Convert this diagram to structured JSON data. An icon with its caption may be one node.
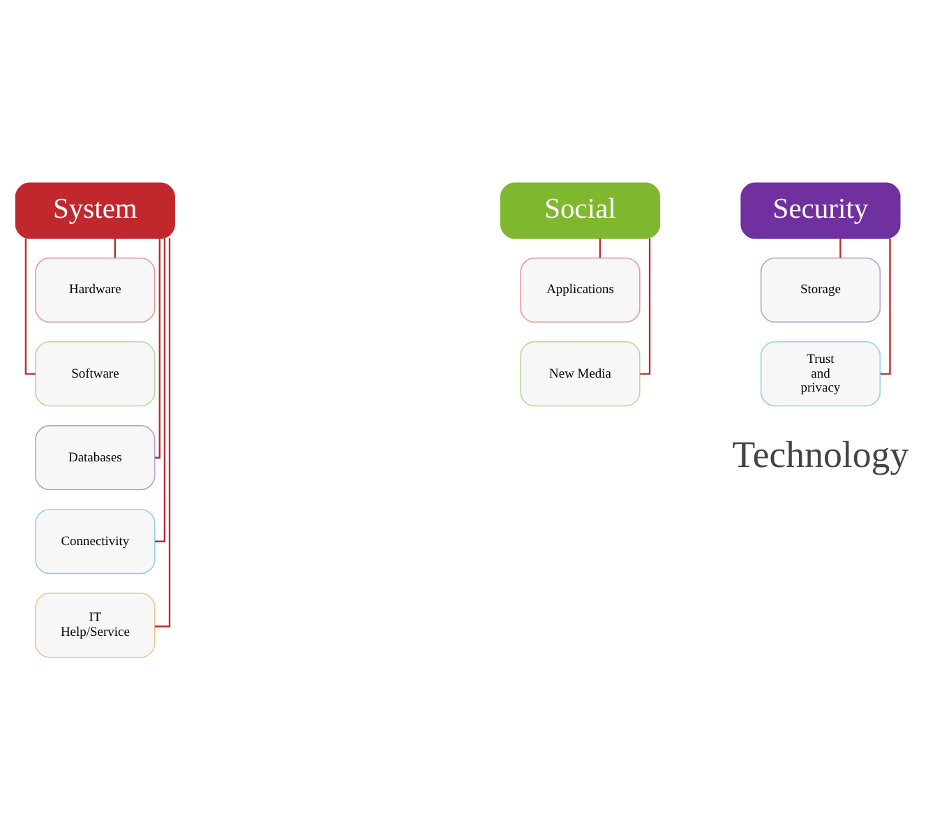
{
  "diagram": {
    "nodes": [
      {
        "text": [
          "System"
        ]
      },
      {
        "text": [
          "Hardware"
        ]
      },
      {
        "text": [
          "Software"
        ]
      },
      {
        "text": [
          "Databases"
        ]
      },
      {
        "text": [
          "Connectivity"
        ]
      },
      {
        "text": [
          "IT Help/Service"
        ]
      },
      {
        "text": [
          "Social"
        ]
      },
      {
        "text": [
          "Applications"
        ]
      },
      {
        "text": [
          "New Media"
        ]
      },
      {
        "text": [
          "Security"
        ]
      },
      {
        "text": [
          "Storage"
        ]
      },
      {
        "text": [
          "Trust and privacy"
        ]
      }
    ],
    "edges": [
      {
        "from": 0,
        "to": 1,
        "arrow": "none"
      },
      {
        "from": 0,
        "to": 2,
        "arrow": "none"
      },
      {
        "from": 0,
        "to": 3,
        "arrow": "none"
      },
      {
        "from": 0,
        "to": 4,
        "arrow": "none"
      },
      {
        "from": 0,
        "to": 5,
        "arrow": "none"
      },
      {
        "from": 6,
        "to": 7,
        "arrow": "none"
      },
      {
        "from": 6,
        "to": 8,
        "arrow": "none"
      },
      {
        "from": 9,
        "to": 10,
        "arrow": "none"
      },
      {
        "from": 9,
        "to": 11,
        "arrow": "none"
      }
    ],
    "labels": [
      "Technology"
    ]
  }
}
